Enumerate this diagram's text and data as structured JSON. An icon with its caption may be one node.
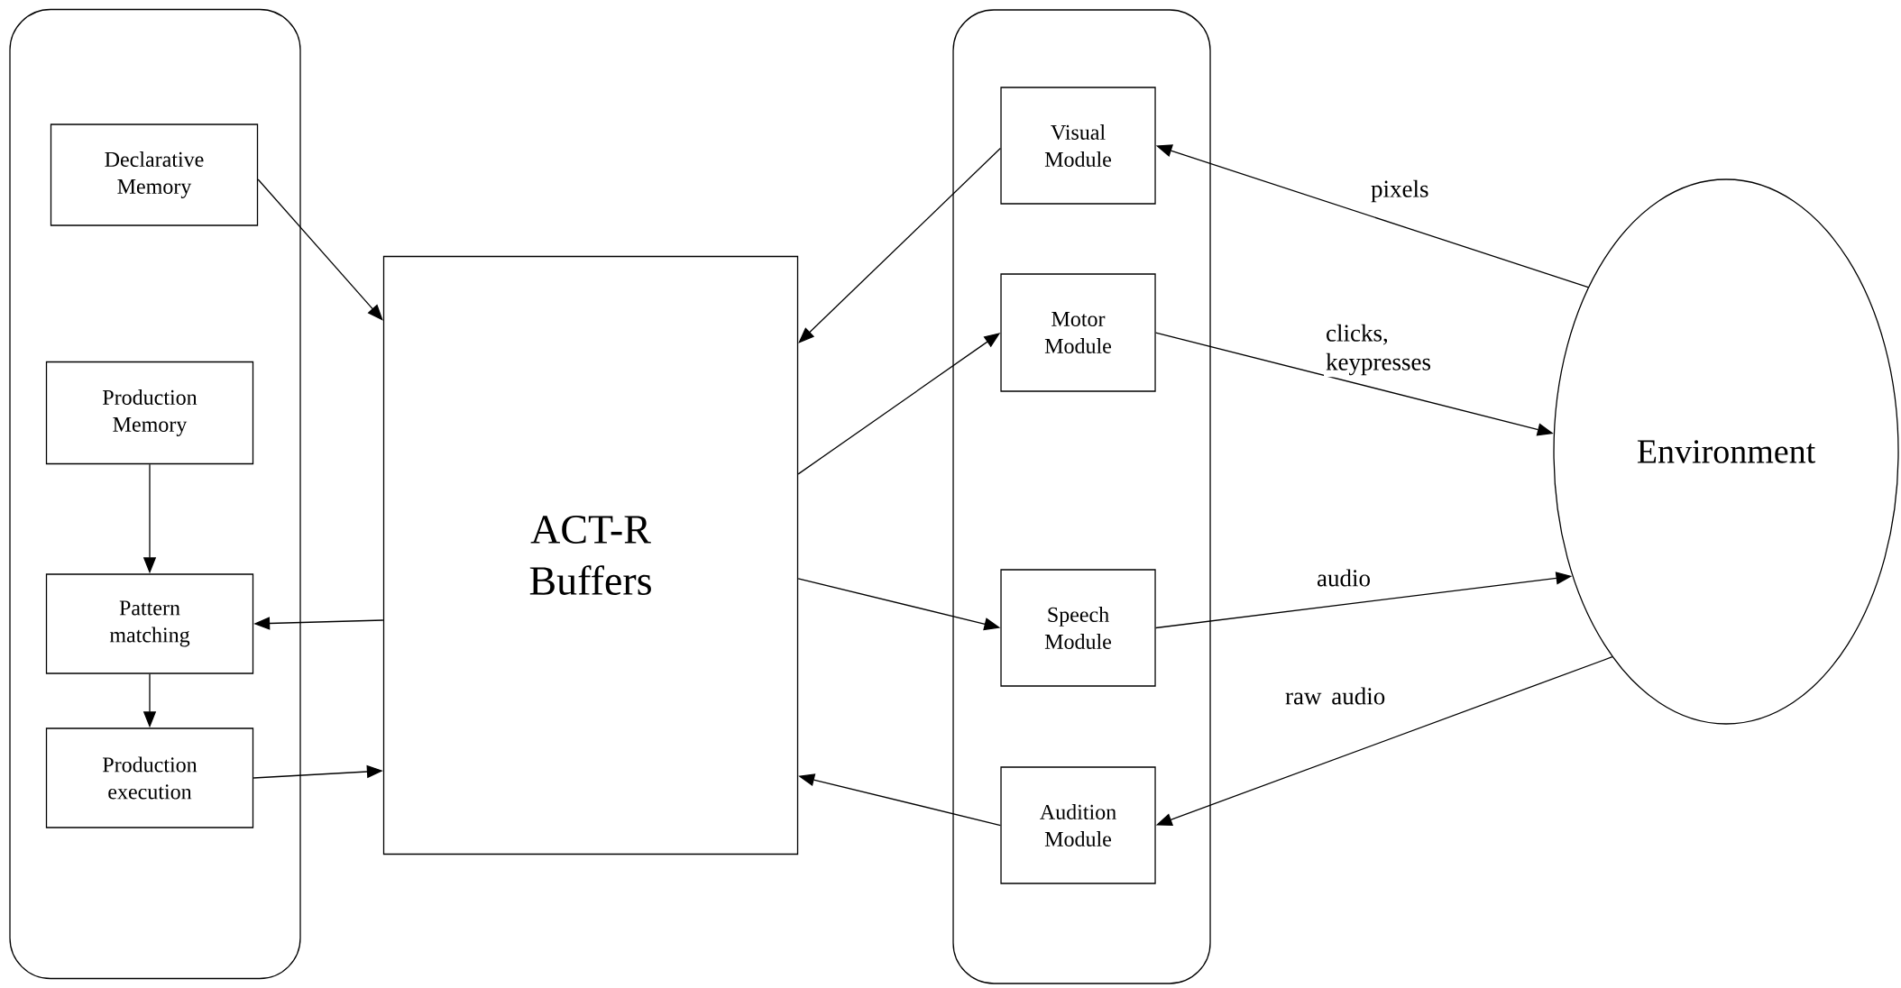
{
  "diagram": {
    "nodes": [
      {
        "text": [],
        "shape": "box"
      },
      {
        "text": [
          "Declarative Memory"
        ],
        "in": 0
      },
      {
        "text": [
          "Production Memory"
        ],
        "in": 0
      },
      {
        "text": [
          "Pattern matching"
        ],
        "in": 0
      },
      {
        "text": [
          "Production execution"
        ],
        "in": 0
      },
      {
        "text": [
          "ACT-R Buffers"
        ]
      },
      {
        "text": [],
        "shape": "box"
      },
      {
        "text": [
          "Visual Module"
        ],
        "in": 6
      },
      {
        "text": [
          "Motor Module"
        ],
        "in": 6
      },
      {
        "text": [
          "Speech Module"
        ],
        "in": 6
      },
      {
        "text": [
          "Audition Module"
        ],
        "in": 6
      },
      {
        "text": [
          "Environment"
        ]
      }
    ],
    "edges": [
      {
        "from": 1,
        "to": 5,
        "arrow": "to"
      },
      {
        "from": 2,
        "to": 3,
        "arrow": "to"
      },
      {
        "from": 3,
        "to": 4,
        "arrow": "to"
      },
      {
        "from": 5,
        "to": 3,
        "arrow": "to"
      },
      {
        "from": 4,
        "to": 5,
        "arrow": "to"
      },
      {
        "from": 7,
        "to": 5,
        "arrow": "to"
      },
      {
        "from": 5,
        "to": 8,
        "arrow": "to"
      },
      {
        "from": 5,
        "to": 9,
        "arrow": "to"
      },
      {
        "from": 10,
        "to": 5,
        "arrow": "to"
      },
      {
        "from": 11,
        "to": 7,
        "arrow": "to",
        "label": "pixels"
      },
      {
        "from": 8,
        "to": 11,
        "arrow": "to",
        "label": "clicks, keypresses"
      },
      {
        "from": 9,
        "to": 11,
        "arrow": "to",
        "label": "audio"
      },
      {
        "from": 11,
        "to": 10,
        "arrow": "to",
        "label": "raw audio"
      }
    ]
  }
}
